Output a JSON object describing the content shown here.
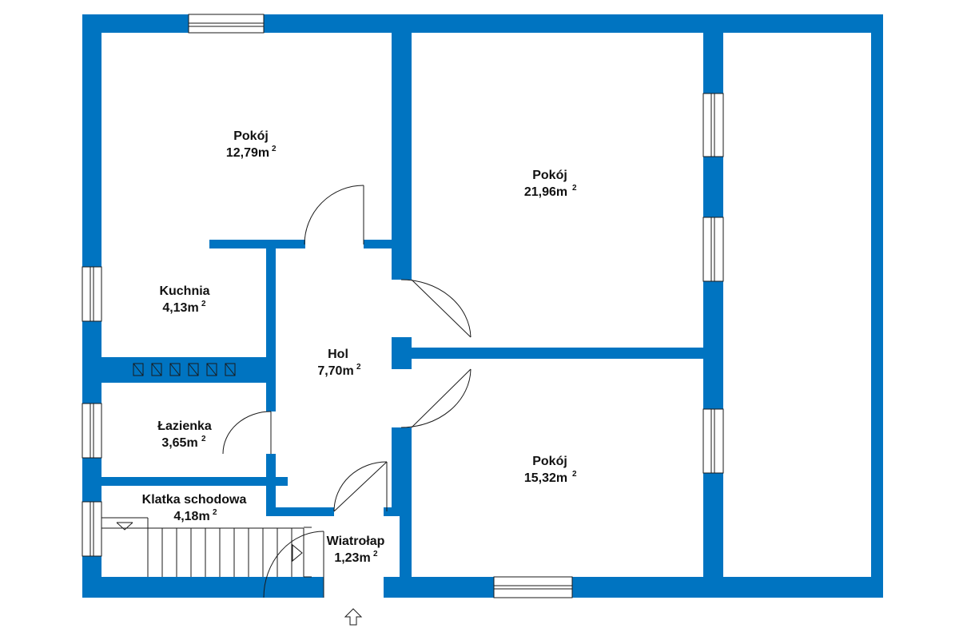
{
  "colors": {
    "wall": "#0074c1",
    "line": "#1a1a1a",
    "background": "#ffffff"
  },
  "rooms": [
    {
      "name": "Pokój",
      "area": "12,79m",
      "sup": "2"
    },
    {
      "name": "Pokój",
      "area": "21,96m",
      "sup": "2"
    },
    {
      "name": "Kuchnia",
      "area": "4,13m",
      "sup": "2"
    },
    {
      "name": "Hol",
      "area": "7,70m",
      "sup": "2"
    },
    {
      "name": "Łazienka",
      "area": "3,65m",
      "sup": "2"
    },
    {
      "name": "Pokój",
      "area": "15,32m",
      "sup": "2"
    },
    {
      "name": "Klatka schodowa",
      "area": "4,18m",
      "sup": "2"
    },
    {
      "name": "Wiatrołap",
      "area": "1,23m",
      "sup": "2"
    }
  ],
  "icons": {
    "entrance": "up-arrow-icon",
    "stairs_direction": "down-arrow-icon",
    "ventilation": "vent-duct-icon"
  }
}
